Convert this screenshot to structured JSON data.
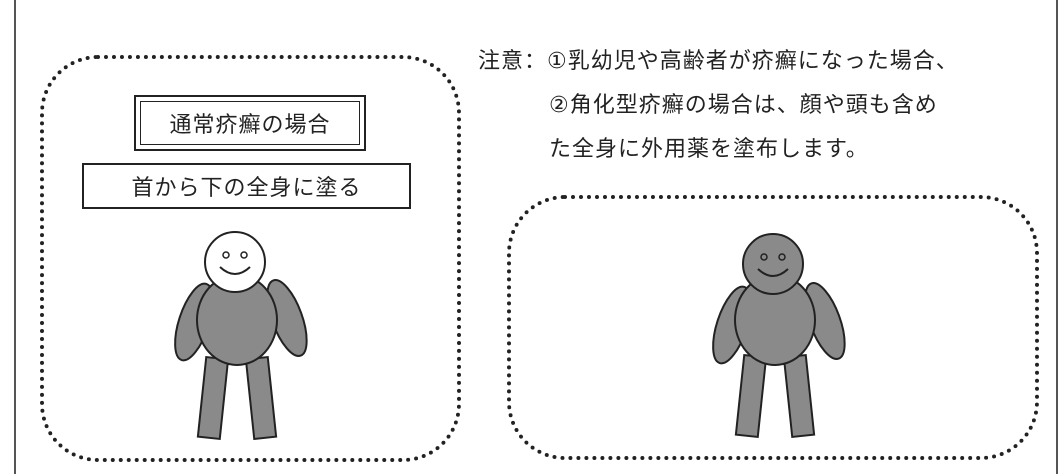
{
  "left_panel": {
    "title": "通常疥癬の場合",
    "instruction": "首から下の全身に塗る",
    "figure": {
      "head_fill": "#ffffff",
      "body_fill": "#8a8a8a"
    }
  },
  "note": {
    "label": "注意：",
    "line1": "①乳幼児や高齢者が疥癬になった場合、",
    "line2": "②角化型疥癬の場合は、顔や頭も含め",
    "line3": "た全身に外用薬を塗布します。"
  },
  "right_panel": {
    "figure": {
      "head_fill": "#8a8a8a",
      "body_fill": "#8a8a8a"
    }
  }
}
